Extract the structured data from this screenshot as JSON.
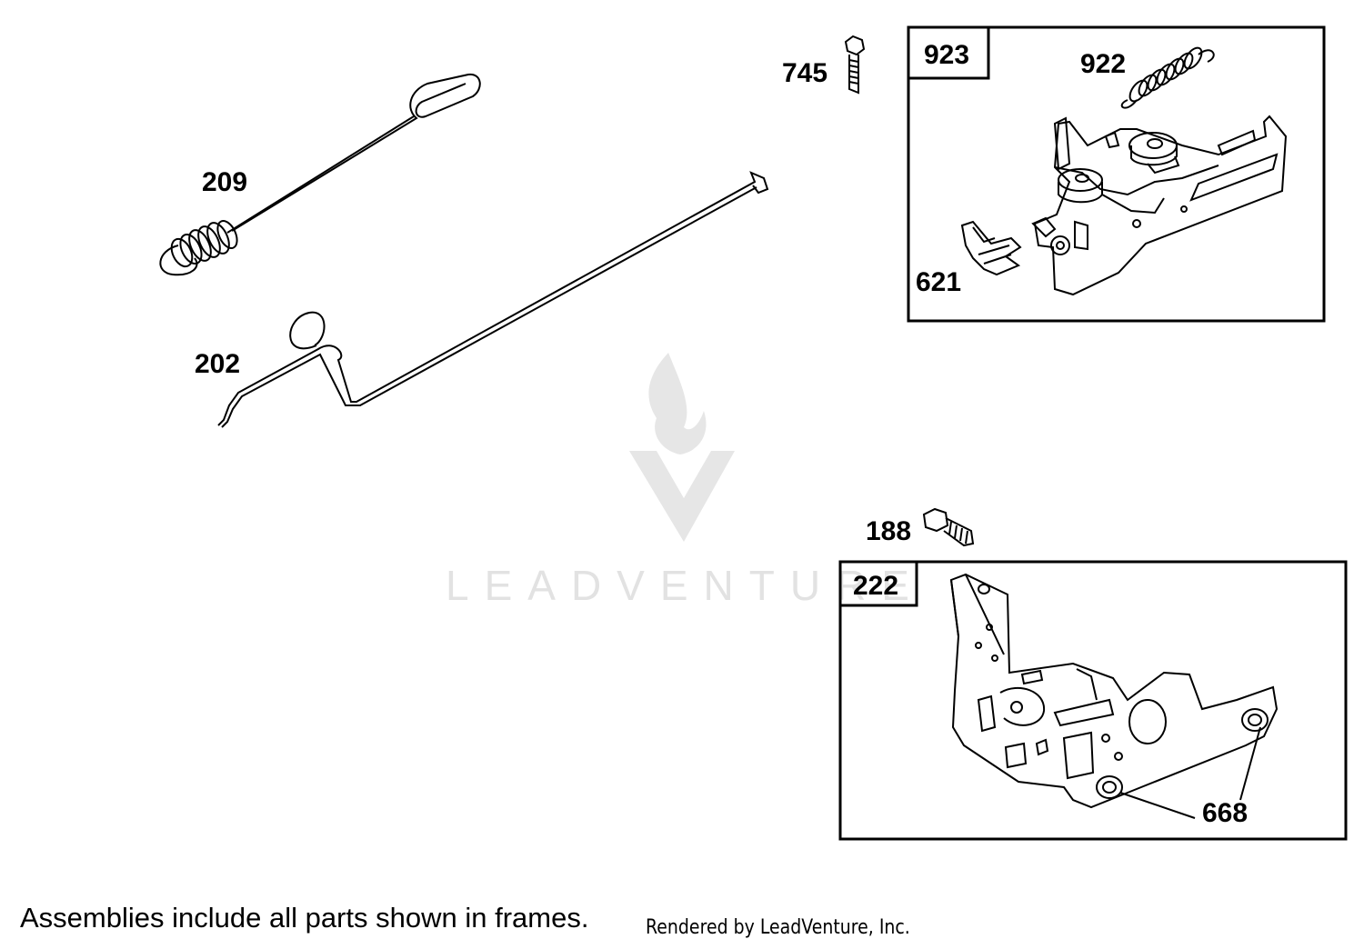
{
  "callouts": {
    "p209": "209",
    "p202": "202",
    "p745": "745",
    "p923": "923",
    "p922": "922",
    "p621": "621",
    "p188": "188",
    "p222": "222",
    "p668": "668"
  },
  "footnote": "Assemblies include all parts shown in frames.",
  "credit": "Rendered by LeadVenture, Inc.",
  "watermark": "LEADVENTURE",
  "icons": [
    "flame-logo-icon",
    "v-logo-icon"
  ],
  "colors": {
    "line": "#000000",
    "watermark": "#e2e2e2",
    "background": "#ffffff"
  }
}
